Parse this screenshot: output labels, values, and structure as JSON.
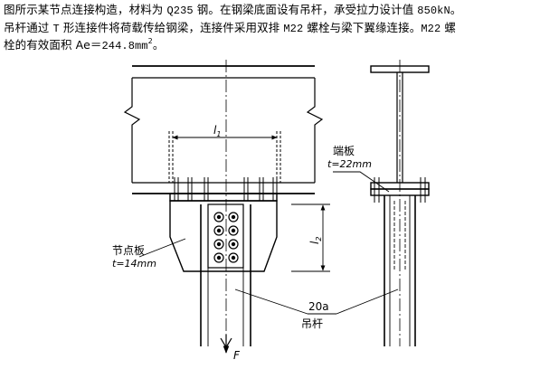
{
  "problem": {
    "line1_a": "图所示某节点连接构造，材料为 ",
    "line1_material": "Q235",
    "line1_b": " 钢。在钢梁底面设有吊杆，承受拉力设计值 ",
    "line1_force": "850kN",
    "line1_c": "。",
    "line2_a": "吊杆通过 ",
    "line2_t": "T",
    "line2_b": " 形连接件将荷载传给钢梁，连接件采用双排 ",
    "line2_bolt": "M22",
    "line2_c": " 螺栓与梁下翼缘连接。",
    "line2_bolt2": "M22",
    "line2_d": " 螺",
    "line3_a": "栓的有效面积 Ae＝",
    "line3_area": "244.8mm",
    "line3_exp": "2",
    "line3_b": "。"
  },
  "figure": {
    "dim_l1": "l",
    "dim_l1_sub": "1",
    "dim_l2": "l",
    "dim_l2_sub": "2",
    "end_plate_label": "端板",
    "end_plate_thickness": "t=22mm",
    "gusset_label": "节点板",
    "gusset_thickness": "t=14mm",
    "channel_label": "20a",
    "hanger_label": "吊杆",
    "force_label": "F"
  }
}
